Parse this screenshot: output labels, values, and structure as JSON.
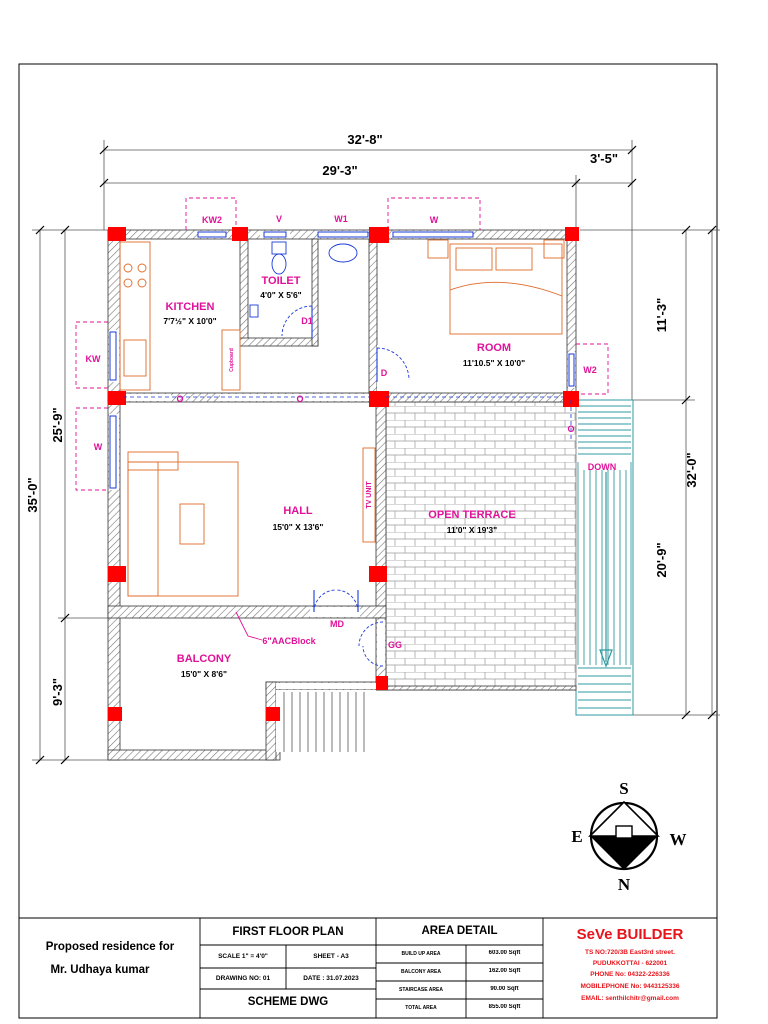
{
  "dimensions": {
    "overall_width": "32'-8\"",
    "main_width": "29'-3\"",
    "stair_width": "3'-5\"",
    "left_total": "35'-0\"",
    "left_upper": "25'-9\"",
    "left_lower": "9'-3\"",
    "right_total": "32'-0\"",
    "right_upper": "11'-3\"",
    "right_lower": "20'-9\""
  },
  "rooms": {
    "kitchen": {
      "name": "KITCHEN",
      "size": "7'7½\" X 10'0\""
    },
    "toilet": {
      "name": "TOILET",
      "size": "4'0\" X 5'6\""
    },
    "room": {
      "name": "ROOM",
      "size": "11'10.5\" X 10'0\""
    },
    "hall": {
      "name": "HALL",
      "size": "15'0\" X 13'6\""
    },
    "terrace": {
      "name": "OPEN TERRACE",
      "size": "11'0\" X 19'3\""
    },
    "balcony": {
      "name": "BALCONY",
      "size": "15'0\" X 8'6\""
    }
  },
  "openings": {
    "kw2": "KW2",
    "v": "V",
    "w1": "W1",
    "w_room": "W",
    "kw": "KW",
    "w_hall": "W",
    "w2": "W2",
    "d1": "D1",
    "d": "D",
    "o1": "O",
    "o2": "O",
    "o3": "O",
    "md": "MD",
    "gg": "GG",
    "down": "DOWN"
  },
  "fixtures": {
    "tv_unit": "TV UNIT",
    "cupboard": "Cupboard",
    "aac_note": "6\"AACBlock"
  },
  "compass": {
    "s": "S",
    "n": "N",
    "e": "E",
    "w": "W"
  },
  "title_block": {
    "proposed": "Proposed residence for",
    "client": "Mr. Udhaya kumar",
    "plan_title": "FIRST FLOOR PLAN",
    "scale": "SCALE 1\" = 4'0\"",
    "sheet": "SHEET - A3",
    "drawing_no": "DRAWING NO: 01",
    "date": "DATE : 31.07.2023",
    "scheme": "SCHEME DWG"
  },
  "area_detail": {
    "title": "AREA DETAIL",
    "rows": [
      {
        "label": "BUILD UP AREA",
        "value": "603.00 Sqft"
      },
      {
        "label": "BALCONY AREA",
        "value": "162.00 Sqft"
      },
      {
        "label": "STAIRCASE AREA",
        "value": "90.00 Sqft"
      },
      {
        "label": "TOTAL AREA",
        "value": "855.00 Sqft"
      }
    ]
  },
  "builder": {
    "name": "SeVe BUILDER",
    "line1": "TS NO:720/3B East3rd street.",
    "line2": "PUDUKKOTTAI - 622001",
    "line3": "PHONE No: 04322-226336",
    "line4": "MOBILEPHONE No: 9443125336",
    "line5": "EMAIL: senthilchitr@gmail.com"
  },
  "colors": {
    "label_magenta": "#e0129a",
    "furniture_orange": "#e06a2a",
    "column_red": "#ff0000",
    "window_blue": "#1a3ad8",
    "stair_teal": "#2f9aa0"
  }
}
